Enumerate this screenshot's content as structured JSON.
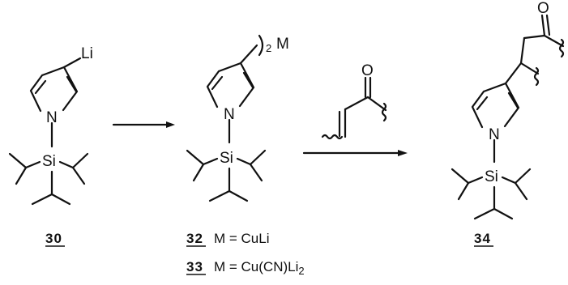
{
  "atoms": {
    "lithium": "Li",
    "nitrogen": "N",
    "silicon": "Si",
    "oxygen": "O",
    "metal": "M"
  },
  "subscript_two": "2",
  "compounds": {
    "c30": {
      "label": "30"
    },
    "c32": {
      "label": "32",
      "formula_prefix": "M = CuLi"
    },
    "c33": {
      "label": "33",
      "formula_prefix": "M = Cu(CN)Li",
      "formula_sub": "2"
    },
    "c34": {
      "label": "34"
    }
  }
}
